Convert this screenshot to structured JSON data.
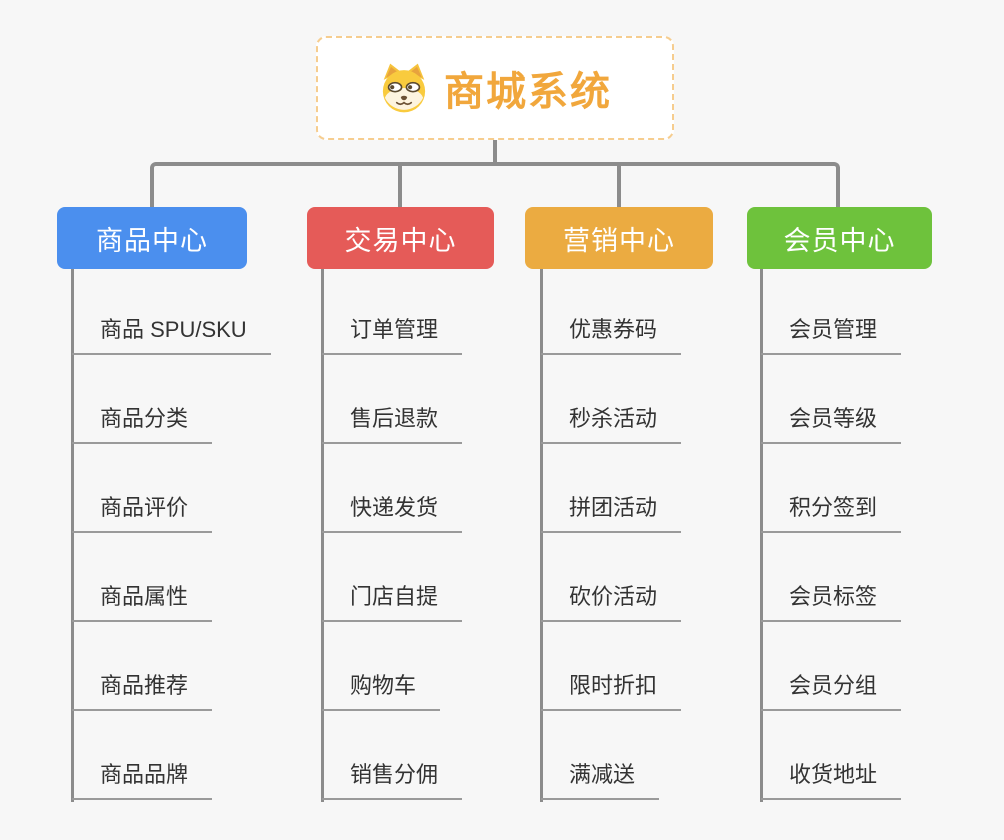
{
  "app": {
    "background_color": "#F7F7F7",
    "connector_color": "#8C8C8C",
    "leaf_underline_color": "#9A9A9A"
  },
  "root": {
    "title": "商城系统",
    "icon": "shiba-dog-icon",
    "accent_color": "#F1A73C",
    "border_color": "#F6CD8F"
  },
  "columns": [
    {
      "label": "商品中心",
      "color": "#4B8FEE",
      "items": [
        "商品 SPU/SKU",
        "商品分类",
        "商品评价",
        "商品属性",
        "商品推荐",
        "商品品牌"
      ]
    },
    {
      "label": "交易中心",
      "color": "#E55B58",
      "items": [
        "订单管理",
        "售后退款",
        "快递发货",
        "门店自提",
        "购物车",
        "销售分佣"
      ]
    },
    {
      "label": "营销中心",
      "color": "#EBAB41",
      "items": [
        "优惠券码",
        "秒杀活动",
        "拼团活动",
        "砍价活动",
        "限时折扣",
        "满减送"
      ]
    },
    {
      "label": "会员中心",
      "color": "#6EC23C",
      "items": [
        "会员管理",
        "会员等级",
        "积分签到",
        "会员标签",
        "会员分组",
        "收货地址"
      ]
    }
  ]
}
